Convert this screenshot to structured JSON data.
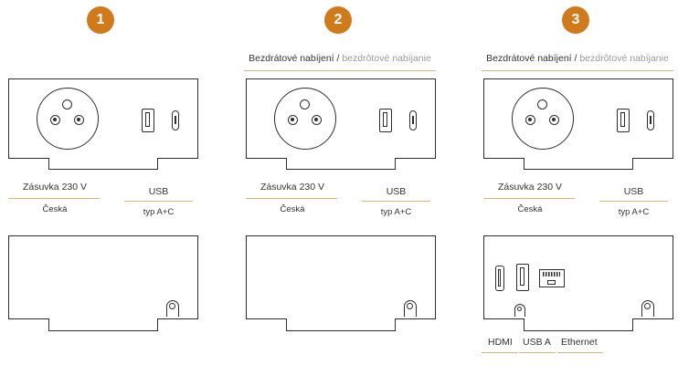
{
  "panels": [
    {
      "number": "1",
      "socket_label": "Zásuvka 230 V",
      "socket_type": "Česká",
      "usb_label": "USB",
      "usb_type": "typ A+C"
    },
    {
      "number": "2",
      "wireless_cz": "Bezdrátové nabíjení /",
      "wireless_sk": "bezdrôtové nabíjanie",
      "socket_label": "Zásuvka 230 V",
      "socket_type": "Česká",
      "usb_label": "USB",
      "usb_type": "typ A+C"
    },
    {
      "number": "3",
      "wireless_cz": "Bezdrátové nabíjení /",
      "wireless_sk": "bezdrôtové nabíjanie",
      "socket_label": "Zásuvka 230 V",
      "socket_type": "Česká",
      "usb_label": "USB",
      "usb_type": "typ A+C",
      "rear_ports": [
        "HDMI",
        "USB A",
        "Ethernet"
      ]
    }
  ],
  "colors": {
    "accent": "#d17a1c",
    "underline": "#e0b07a",
    "outline": "#2d2d2d",
    "secondary_text": "#9a9a9a"
  }
}
